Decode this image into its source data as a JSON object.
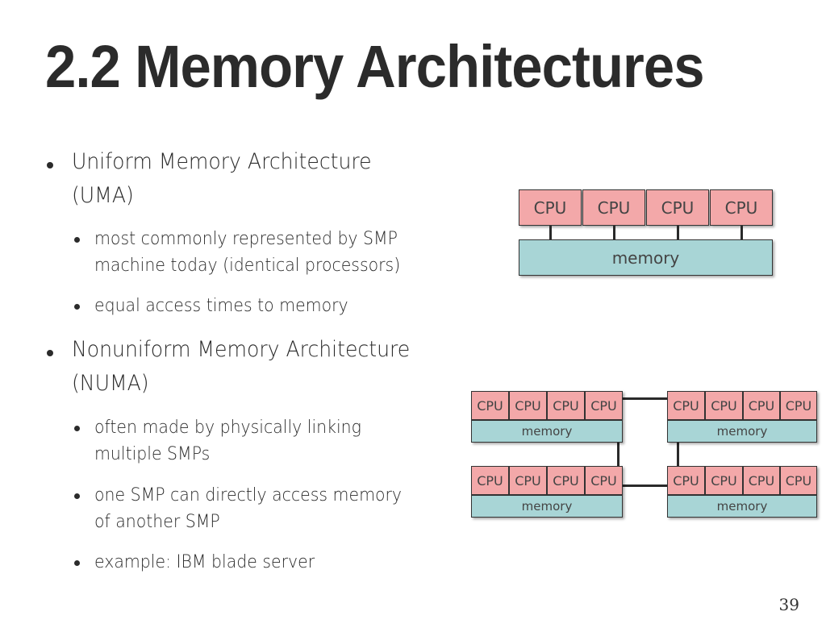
{
  "slide": {
    "title": "2.2 Memory Architectures",
    "page_number": "39"
  },
  "bullets": [
    {
      "text_line1": "Uniform Memory Architecture",
      "text_line2": "(UMA)",
      "sub": [
        {
          "line1": "most commonly represented by SMP",
          "line2": "machine today (identical processors)"
        },
        {
          "line1": "equal access times to memory"
        }
      ]
    },
    {
      "text_line1": "Nonuniform Memory Architecture",
      "text_line2": "(NUMA)",
      "sub": [
        {
          "line1": "often made by physically linking",
          "line2": "multiple SMPs"
        },
        {
          "line1": "one SMP can directly access memory",
          "line2": "of another SMP"
        },
        {
          "line1": "example: IBM blade server"
        }
      ]
    }
  ],
  "uma_diagram": {
    "cpu_labels": [
      "CPU",
      "CPU",
      "CPU",
      "CPU"
    ],
    "memory_label": "memory"
  },
  "numa_diagram": {
    "nodes": [
      {
        "cpu_labels": [
          "CPU",
          "CPU",
          "CPU",
          "CPU"
        ],
        "memory_label": "memory"
      },
      {
        "cpu_labels": [
          "CPU",
          "CPU",
          "CPU",
          "CPU"
        ],
        "memory_label": "memory"
      },
      {
        "cpu_labels": [
          "CPU",
          "CPU",
          "CPU",
          "CPU"
        ],
        "memory_label": "memory"
      },
      {
        "cpu_labels": [
          "CPU",
          "CPU",
          "CPU",
          "CPU"
        ],
        "memory_label": "memory"
      }
    ]
  },
  "colors": {
    "cpu_fill": "#f3a8a9",
    "memory_fill": "#a8d5d6",
    "text": "#2b2b2b"
  }
}
